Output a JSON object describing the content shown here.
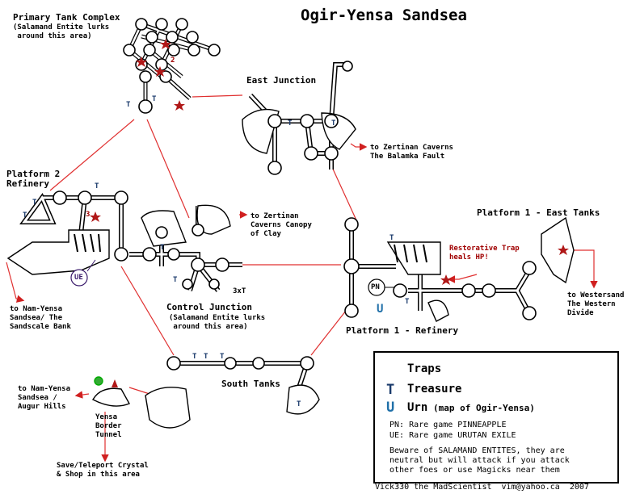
{
  "title": "Ogir-Yensa Sandsea",
  "labels": {
    "primary_tank": "Primary Tank Complex",
    "primary_tank_note": "(Salamand Entite lurks\n around this area)",
    "east_junction": "East Junction",
    "zertinan_balamka": "to Zertinan Caverns\nThe Balamka Fault",
    "platform2": "Platform 2\nRefinery",
    "zertinan_canopy": "to Zertinan\nCaverns Canopy\nof Clay",
    "platform1_east": "Platform 1 - East Tanks",
    "restorative_trap": "Restorative Trap\nheals HP!",
    "nam_yensa_bank": "to Nam-Yensa\nSandsea/ The\nSandscale Bank",
    "control_junction": "Control Junction",
    "control_junction_note": "(Salamand Entite lurks\n around this area)",
    "platform1_refinery": "Platform 1 - Refinery",
    "westersand": "to Westersand\nThe Western\nDivide",
    "south_tanks": "South Tanks",
    "nam_yensa_augur": "to Nam-Yensa\nSandsea /\nAugur Hills",
    "yensa_border": "Yensa\nBorder\nTunnel",
    "save_crystal": "Save/Teleport Crystal\n& Shop in this area",
    "ue_marker": "UE",
    "pn_marker": "PN",
    "u_marker": "U",
    "trap2": "2",
    "trap3": "3",
    "t3x": "3xT",
    "t": "T"
  },
  "legend": {
    "traps": "Traps",
    "treasure": "Treasure",
    "urn": "Urn",
    "urn_note": "(map of Ogir-Yensa)",
    "pn": "PN: Rare game PINNEAPPLE",
    "ue": "UE: Rare game URUTAN EXILE",
    "beware": "Beware of SALAMAND ENTITES, they are\nneutral but will attack if you attack\nother foes or use Magicks near them"
  },
  "credit": "Vick330 the MadScientist  vim@yahoo.ca  2007",
  "colors": {
    "route": "#e03030",
    "trap": "#b01818",
    "treasure": "#1a3a6b",
    "urn": "#1f6fa8"
  }
}
